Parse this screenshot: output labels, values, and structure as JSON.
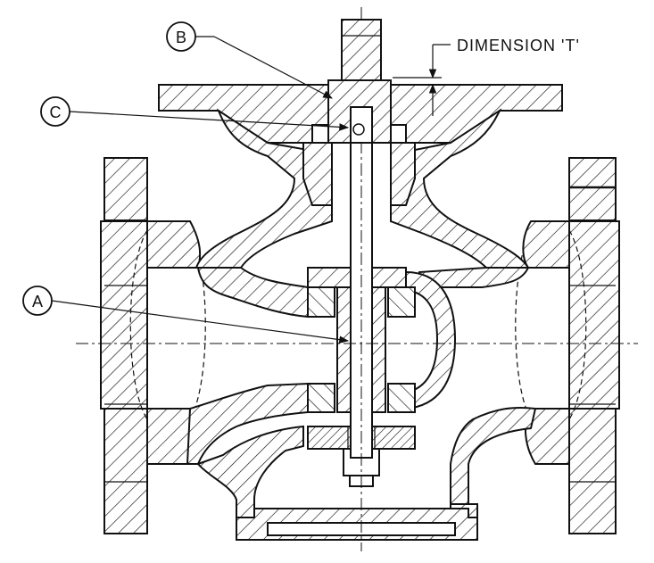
{
  "labels": {
    "a": "A",
    "b": "B",
    "c": "C"
  },
  "dimension_label": "DIMENSION 'T'"
}
